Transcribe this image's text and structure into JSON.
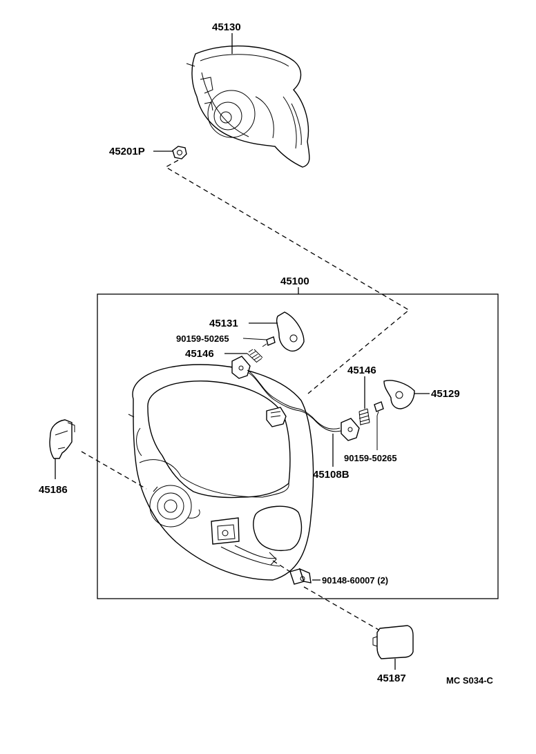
{
  "labels": {
    "pad": "45130",
    "nut": "45201P",
    "assembly": "45100",
    "cover_left": "45131",
    "screw_left": "90159-50265",
    "spring_left": "45146",
    "spring_right": "45146",
    "cover_right": "45129",
    "screw_right": "90159-50265",
    "wire": "45108B",
    "cover_side": "45186",
    "bolt": "90148-60007 (2)",
    "cap": "45187",
    "code": "MC S034-C"
  }
}
